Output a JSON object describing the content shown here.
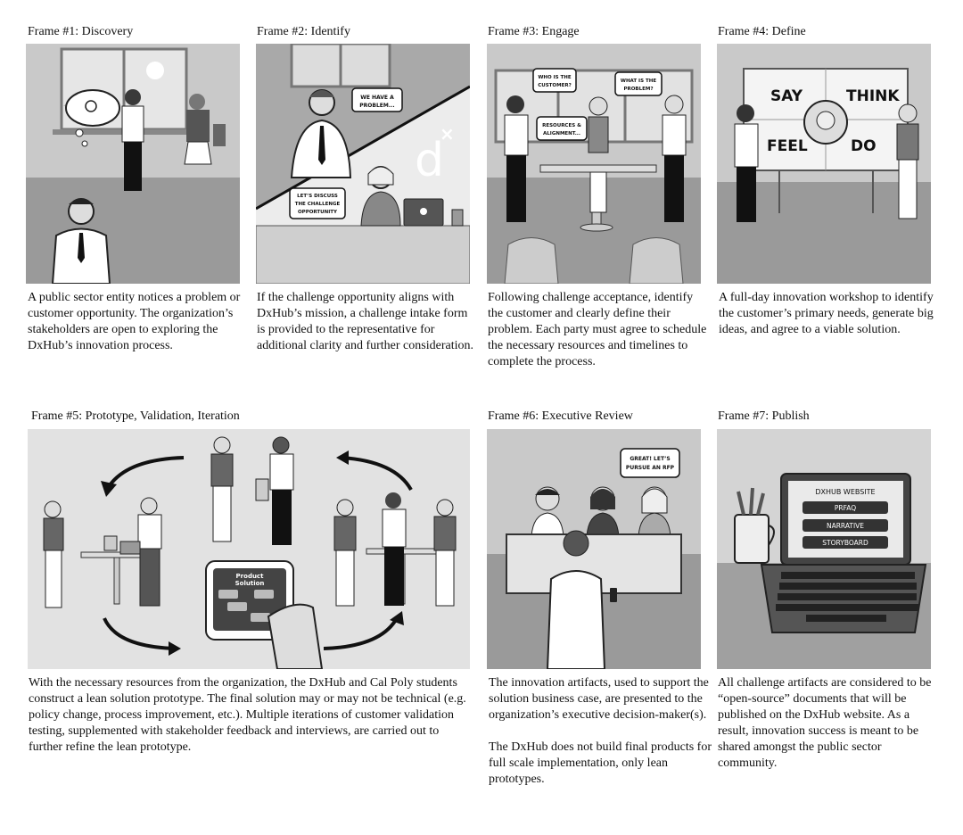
{
  "frames": [
    {
      "title": "Frame #1: Discovery",
      "caption": [
        "A public sector entity notices a problem or customer opportunity. The organization’s stakeholders are open to exploring the DxHub’s innovation process."
      ]
    },
    {
      "title": "Frame #2: Identify",
      "caption": [
        "If the challenge opportunity aligns with DxHub’s mission, a challenge intake form is provided to the representative for additional clarity and further consideration."
      ],
      "bubbles": [
        "WE HAVE A",
        "PROBLEM...",
        "LET’S DISCUSS",
        "THE CHALLENGE",
        "OPPORTUNITY"
      ],
      "logo": "d"
    },
    {
      "title": "Frame #3: Engage",
      "caption": [
        "Following challenge acceptance, identify the customer and clearly define their problem. Each party must agree to schedule the necessary resources and timelines to complete the process."
      ],
      "bubbles": [
        "WHO IS THE",
        "CUSTOMER?",
        "WHAT IS THE",
        "PROBLEM?",
        "RESOURCES &",
        "ALIGNMENT..."
      ]
    },
    {
      "title": "Frame #4: Define",
      "caption": [
        "A full-day innovation workshop to identify the customer’s primary needs, generate big ideas, and agree to a viable solution."
      ],
      "board": [
        "SAY",
        "THINK",
        "FEEL",
        "DO"
      ]
    },
    {
      "title": "Frame #5: Prototype, Validation, Iteration",
      "caption": [
        "With the necessary resources from the organization, the DxHub and Cal Poly students construct a lean solution prototype. The final solution may or may not be technical (e.g. policy change, process improvement, etc.). Multiple iterations of customer validation testing, supplemented with stakeholder feedback and interviews, are carried out to further refine the lean prototype."
      ],
      "phone_label": [
        "Product",
        "Solution"
      ]
    },
    {
      "title": "Frame #6: Executive Review",
      "caption": [
        "The innovation artifacts, used to support the solution business case, are presented to the organization’s executive decision-maker(s).",
        "The DxHub does not build final products for full scale implementation, only lean prototypes."
      ],
      "bubbles": [
        "GREAT! LET’S",
        "PURSUE AN RFP"
      ]
    },
    {
      "title": "Frame #7: Publish",
      "caption": [
        "All challenge artifacts are considered to be “open-source” documents that will be published on the DxHub website. As a result, innovation success is meant to be shared amongst the public sector community."
      ],
      "website": {
        "title": "DXHUB WEBSITE",
        "buttons": [
          "PRFAQ",
          "NARRATIVE",
          "STORYBOARD"
        ]
      }
    }
  ]
}
